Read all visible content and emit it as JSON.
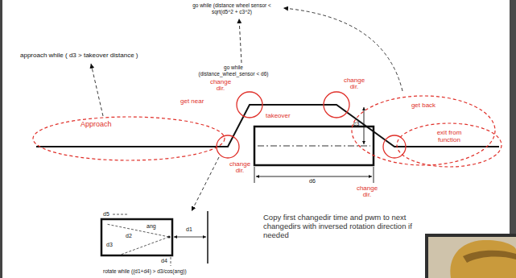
{
  "diagram": {
    "nodes": [
      {
        "text": [
          "Approach"
        ]
      },
      {
        "text": [
          "get back"
        ]
      },
      {
        "text": [
          "exit from function"
        ]
      }
    ],
    "labels": [
      "go while (distance wheel sensor < sqrt(d5^2 + c3^2)",
      "approach while ( d3 > takeover distance )",
      "go while (distance_wheel_sensor < d6)",
      "change dir.",
      "get near",
      "change dir.",
      "takeover",
      "c3",
      "change dir.",
      "d6",
      "change dir.",
      "d5",
      "d2",
      "ang",
      "d1",
      "d3",
      "d4",
      "rotate while ((d1+d4) > d3/cos(ang))",
      "Copy first changedir time and pwm to next changedirs with inversed rotation direction if needed"
    ]
  }
}
